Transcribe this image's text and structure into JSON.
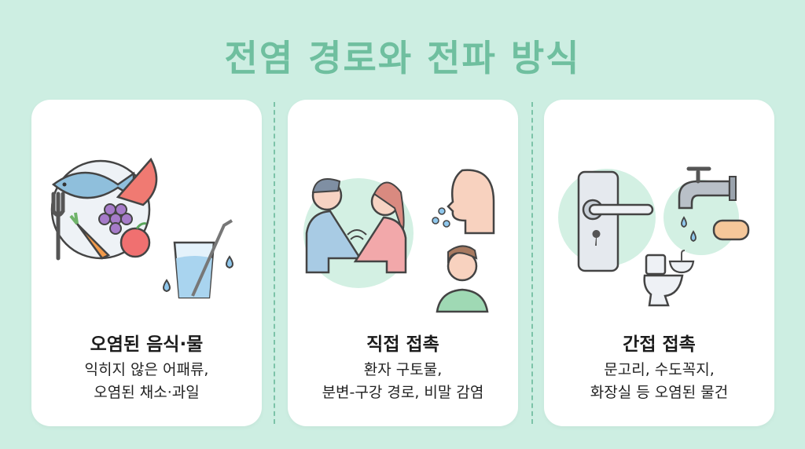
{
  "title": "전염 경로와 전파 방식",
  "colors": {
    "background": "#cdeee2",
    "title": "#6fbf9f",
    "card": "#ffffff",
    "divider": "#7cc3a8"
  },
  "cards": [
    {
      "heading": "오염된 음식·물",
      "lines": [
        "익히지 않은 어패류,",
        "오염된 채소·과일"
      ],
      "icons": [
        "plate-icon",
        "fish-icon",
        "watermelon-icon",
        "grapes-icon",
        "carrot-icon",
        "apple-icon",
        "fork-icon",
        "water-glass-icon",
        "water-drop-icon"
      ]
    },
    {
      "heading": "직접 접촉",
      "lines": [
        "환자 구토물,",
        "분변-구강 경로, 비말 감염"
      ],
      "icons": [
        "handshake-icon",
        "sneezing-person-icon",
        "covering-mouth-person-icon"
      ]
    },
    {
      "heading": "간접 접촉",
      "lines": [
        "문고리, 수도꼭지,",
        "화장실 등 오염된 물건"
      ],
      "icons": [
        "door-handle-icon",
        "faucet-icon",
        "soap-icon",
        "toilet-icon",
        "sink-icon"
      ]
    }
  ]
}
